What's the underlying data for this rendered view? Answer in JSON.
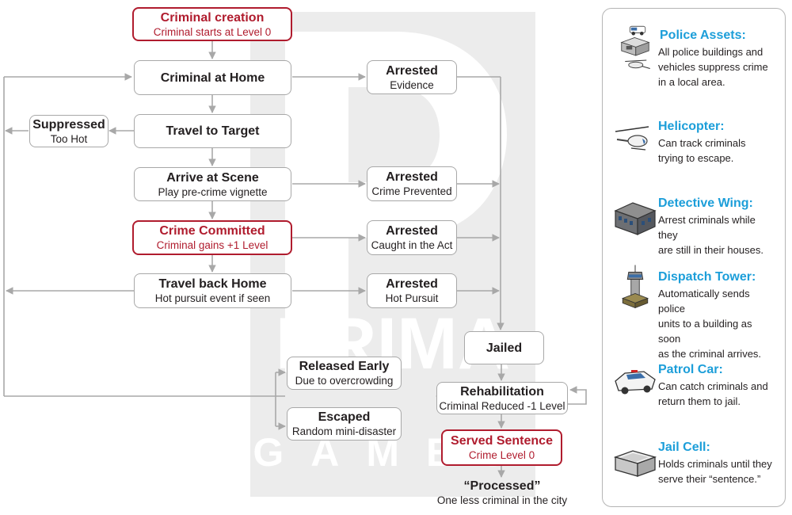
{
  "flow": {
    "criminal_creation": {
      "title": "Criminal creation",
      "sub": "Criminal starts at Level 0"
    },
    "criminal_at_home": {
      "title": "Criminal at Home"
    },
    "travel_to_target": {
      "title": "Travel to Target"
    },
    "arrive_at_scene": {
      "title": "Arrive at Scene",
      "sub": "Play pre-crime vignette"
    },
    "crime_committed": {
      "title": "Crime Committed",
      "sub": "Criminal gains +1 Level"
    },
    "travel_back_home": {
      "title": "Travel back Home",
      "sub": "Hot pursuit event if seen"
    },
    "suppressed": {
      "title": "Suppressed",
      "sub": "Too Hot"
    },
    "arrested_evidence": {
      "title": "Arrested",
      "sub": "Evidence"
    },
    "arrested_prevented": {
      "title": "Arrested",
      "sub": "Crime Prevented"
    },
    "arrested_act": {
      "title": "Arrested",
      "sub": "Caught in the Act"
    },
    "arrested_pursuit": {
      "title": "Arrested",
      "sub": "Hot Pursuit"
    },
    "jailed": {
      "title": "Jailed"
    },
    "released_early": {
      "title": "Released Early",
      "sub": "Due to overcrowding"
    },
    "escaped": {
      "title": "Escaped",
      "sub": "Random mini-disaster"
    },
    "rehabilitation": {
      "title": "Rehabilitation",
      "sub": "Criminal Reduced -1 Level"
    },
    "served_sentence": {
      "title": "Served Sentence",
      "sub": "Crime Level 0"
    },
    "processed": {
      "title": "“Processed”",
      "sub": "One less criminal in the city"
    }
  },
  "legend": [
    {
      "title": "Police Assets:",
      "desc": "All police buildings and\nvehicles suppress crime\nin a local area.",
      "icon": "police-assets-icon"
    },
    {
      "title": "Helicopter:",
      "desc": "Can track criminals\ntrying to escape.",
      "icon": "helicopter-icon"
    },
    {
      "title": "Detective Wing:",
      "desc": "Arrest criminals while they\nare still in their houses.",
      "icon": "detective-wing-icon"
    },
    {
      "title": "Dispatch Tower:",
      "desc": "Automatically sends police\nunits to a building as soon\nas the criminal arrives.",
      "icon": "dispatch-tower-icon"
    },
    {
      "title": "Patrol Car:",
      "desc": "Can catch criminals and\nreturn them to jail.",
      "icon": "patrol-car-icon"
    },
    {
      "title": "Jail Cell:",
      "desc": "Holds criminals until they\nserve their “sentence.”",
      "icon": "jail-cell-icon"
    }
  ],
  "watermark": {
    "brand": "PRIMA",
    "sub": "GAMES"
  },
  "colors": {
    "accent_red": "#b01c2e",
    "title_blue": "#1c9ed9",
    "line_gray": "#a8a8a8"
  }
}
